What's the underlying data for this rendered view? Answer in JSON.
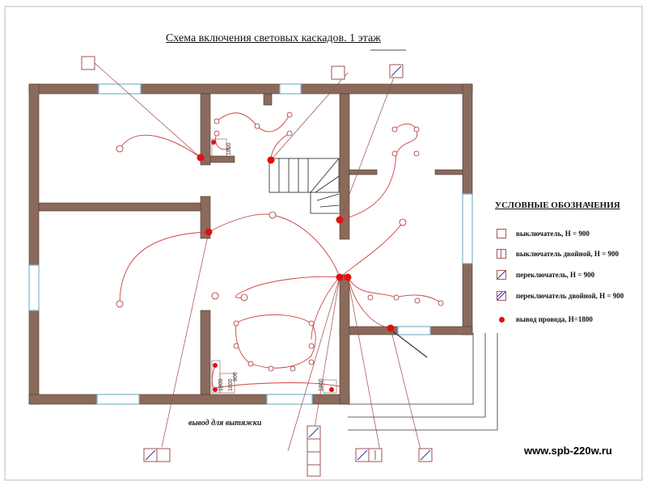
{
  "title": "Схема включения световых каскадов.   1 этаж",
  "legend": {
    "title": "УСЛОВНЫЕ ОБОЗНАЧЕНИЯ",
    "items": [
      {
        "label": "выключатель, H = 900",
        "icon": "switch-icon"
      },
      {
        "label": "выключатель двойной, H = 900",
        "icon": "double-switch-icon"
      },
      {
        "label": "переключатель, H = 900",
        "icon": "toggle-switch-icon"
      },
      {
        "label": "переключатель двойной, H = 900",
        "icon": "double-toggle-switch-icon"
      },
      {
        "label": "вывод провода, H=1800",
        "icon": "wire-outlet-icon"
      }
    ]
  },
  "annotations": {
    "exhaust_outlet": "вывод для вытяжки",
    "dim_1800_a": "1800",
    "dim_900": "900",
    "dim_1800_b": "1800",
    "dim_1800_c": "1800",
    "dim_1800_d": "1800"
  },
  "website": "www.spb-220w.ru",
  "colors": {
    "wall": "#8b6a5c",
    "wire": "#d04040",
    "outlet": "#e01010",
    "window": "#c8e6f0",
    "text": "#111111"
  }
}
